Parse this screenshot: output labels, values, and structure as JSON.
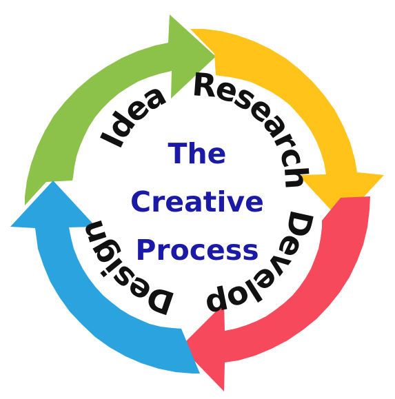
{
  "center_title": [
    "The",
    "Creative",
    "Process"
  ],
  "center_title_color": "#1a1aa6",
  "stages": [
    {
      "label": "Idea",
      "color": "#8cc14a"
    },
    {
      "label": "Research",
      "color": "#ffc31a"
    },
    {
      "label": "Develop",
      "color": "#f7495c"
    },
    {
      "label": "Design",
      "color": "#2aa3df"
    }
  ]
}
